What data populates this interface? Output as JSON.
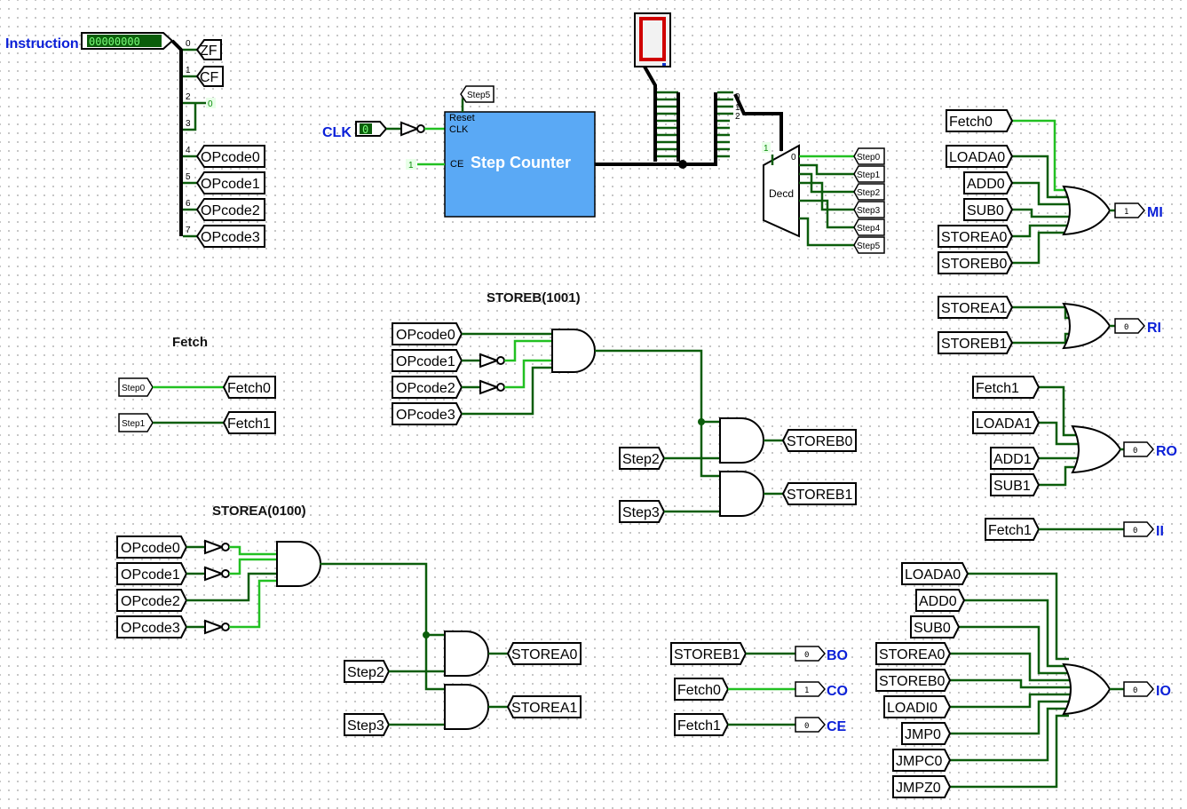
{
  "titles": {
    "fetch": "Fetch",
    "storeb": "STOREB(1001)",
    "storea": "STOREA(0100)"
  },
  "pins": {
    "instruction": "Instruction",
    "instruction_value": "00000000",
    "clk": "CLK",
    "clk_value": "0",
    "mi": "MI",
    "ri": "RI",
    "ro": "RO",
    "ii": "II",
    "bo": "BO",
    "co": "CO",
    "ce": "CE",
    "io": "IO",
    "mi_value": "1",
    "ri_value": "0",
    "ro_value": "0",
    "ii_value": "0",
    "bo_value": "0",
    "co_value": "1",
    "ce_value": "0",
    "io_value": "0"
  },
  "splitter_labels": {
    "zf": "ZF",
    "cf": "CF",
    "zero": "0",
    "opcode0": "OPcode0",
    "opcode1": "OPcode1",
    "opcode2": "OPcode2",
    "opcode3": "OPcode3"
  },
  "step_counter": {
    "title": "Step Counter",
    "reset": "Reset",
    "clk": "CLK",
    "ce": "CE",
    "ce_const": "1",
    "reset_tunnel": "Step5"
  },
  "decoder": {
    "label": "Decd",
    "const": "1",
    "zero": "0",
    "outputs": [
      "Step0",
      "Step1",
      "Step2",
      "Step3",
      "Step4",
      "Step5"
    ]
  },
  "display": {
    "digit": "0"
  },
  "fetch_section": {
    "in0": "Step0",
    "out0": "Fetch0",
    "in1": "Step1",
    "out1": "Fetch1"
  },
  "storeb_section": {
    "opcodes": [
      "OPcode0",
      "OPcode1",
      "OPcode2",
      "OPcode3"
    ],
    "step2": "Step2",
    "step3": "Step3",
    "out0": "STOREB0",
    "out1": "STOREB1"
  },
  "storea_section": {
    "opcodes": [
      "OPcode0",
      "OPcode1",
      "OPcode2",
      "OPcode3"
    ],
    "step2": "Step2",
    "step3": "Step3",
    "out0": "STOREA0",
    "out1": "STOREA1"
  },
  "mi_group": [
    "Fetch0",
    "LOADA0",
    "ADD0",
    "SUB0",
    "STOREA0",
    "STOREB0"
  ],
  "ri_group": [
    "STOREA1",
    "STOREB1"
  ],
  "ro_group": [
    "Fetch1",
    "LOADA1",
    "ADD1",
    "SUB1"
  ],
  "ii_group": [
    "Fetch1"
  ],
  "bo_group": [
    "STOREB1"
  ],
  "co_group": [
    "Fetch0"
  ],
  "ce_group": [
    "Fetch1"
  ],
  "io_group": [
    "LOADA0",
    "ADD0",
    "SUB0",
    "STOREA0",
    "STOREB0",
    "LOADI0",
    "JMP0",
    "JMPC0",
    "JMPZ0"
  ]
}
